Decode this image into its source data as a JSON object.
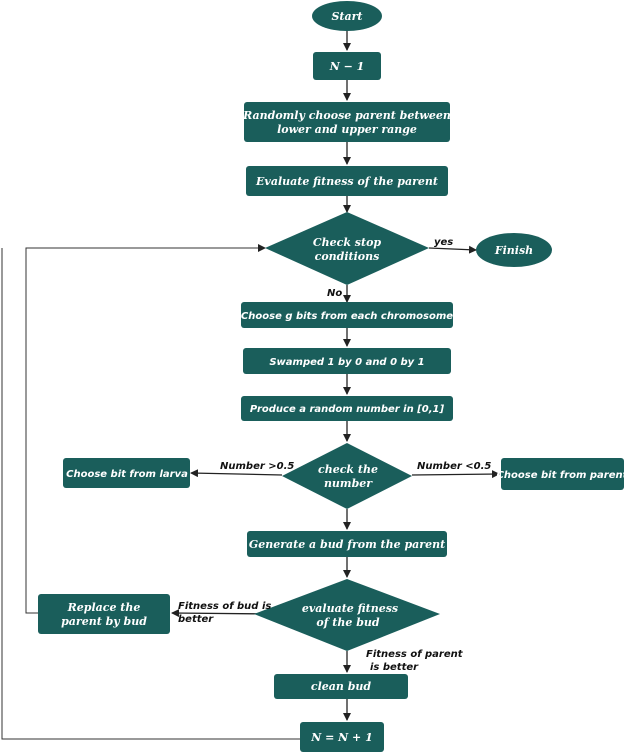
{
  "nodes": {
    "start": "Start",
    "init": "N − 1",
    "random_parent": [
      "Randomly choose parent between",
      "lower and upper range"
    ],
    "evaluate": "Evaluate fitness of the parent",
    "check_stop": [
      "Check stop",
      "conditions"
    ],
    "finish": "Finish",
    "choose_bits": "Choose g bits from each chromosome",
    "swap": "Swamped 1 by 0 and 0 by 1",
    "random_number": "Produce a random number in [0,1]",
    "check_number": [
      "check the",
      "number"
    ],
    "from_larva": "Choose bit from larva",
    "from_parent": "Choose bit from parent",
    "generate_bud": "Generate a bud from the parent",
    "evaluate_fitness": [
      "evaluate fitness",
      "of the bud"
    ],
    "replace": [
      "Replace the",
      "parent by bud"
    ],
    "clean": "clean bud",
    "increment": "N = N + 1"
  },
  "edges": {
    "yes": "yes",
    "no": "No",
    "gt": "Number >0.5",
    "lt": "Number <0.5",
    "bud_better": [
      "Fitness of bud is",
      "better"
    ],
    "parent_better": [
      "Fitness of parent",
      "is better"
    ]
  }
}
